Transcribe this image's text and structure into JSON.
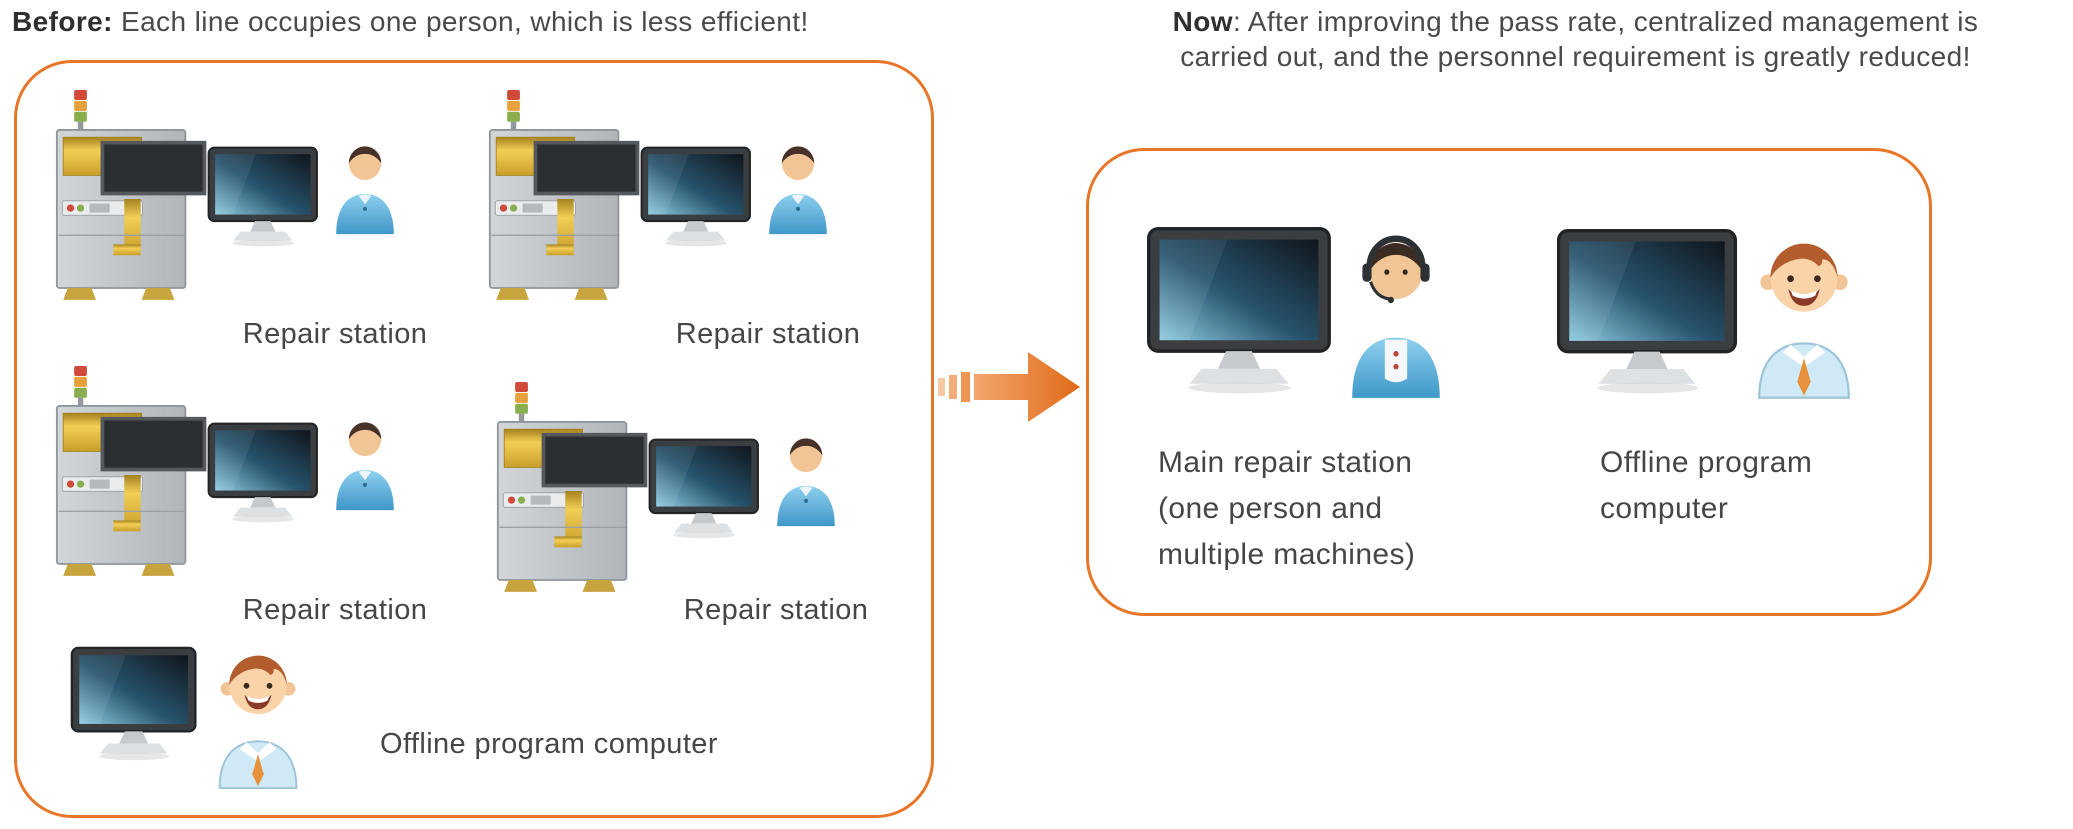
{
  "colors": {
    "accent_orange": "#e87628",
    "text_gray": "#464646",
    "machine_gold": "#e3b23a",
    "person_blue": "#4aa0d0",
    "screen_blue": "#27546e"
  },
  "before": {
    "title_bold": "Before:",
    "title_rest": " Each line occupies one person, which is less efficient!",
    "station_labels": [
      "Repair station",
      "Repair station",
      "Repair station",
      "Repair station"
    ],
    "offline_label": "Offline program computer"
  },
  "now": {
    "title_bold": "Now",
    "title_line1_rest": ": After improving the pass rate, centralized management is",
    "title_line2": "carried out, and the personnel requirement is greatly reduced!",
    "main_station_label_lines": [
      "Main repair station",
      "(one person and",
      "multiple machines)"
    ],
    "offline_label_lines": [
      "Offline program",
      "computer"
    ]
  },
  "icons": {
    "machine": "aoi-machine-icon",
    "monitor": "monitor-icon",
    "operator": "operator-icon",
    "headset_operator": "headset-operator-icon",
    "programmer": "programmer-icon",
    "arrow": "transition-arrow-icon"
  }
}
